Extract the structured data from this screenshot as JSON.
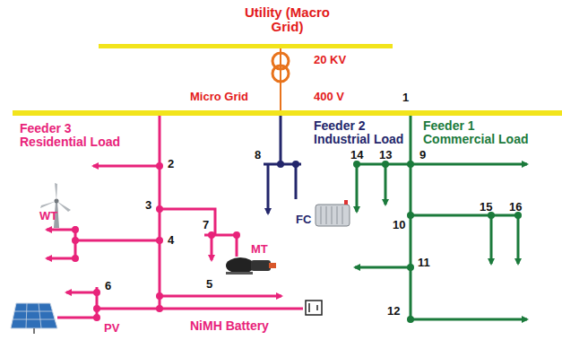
{
  "diagram": {
    "labels": [
      "Utility (Macro Grid)",
      "20 KV",
      "Micro Grid",
      "400 V",
      "1",
      "Feeder 3 Residential Load",
      "Feeder 2 Industrial Load",
      "Feeder 1 Commercial Load",
      "2",
      "3",
      "4",
      "5",
      "6",
      "7",
      "8",
      "9",
      "10",
      "11",
      "12",
      "13",
      "14",
      "15",
      "16",
      "WT",
      "MT",
      "FC",
      "PV",
      "NiMH Battery"
    ]
  }
}
